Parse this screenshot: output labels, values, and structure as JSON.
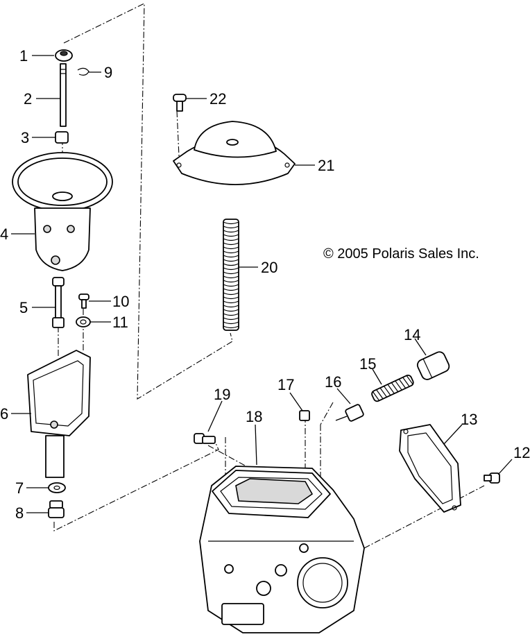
{
  "diagram": {
    "copyright": "© 2005 Polaris Sales Inc.",
    "callouts": {
      "c1": "1",
      "c2": "2",
      "c3": "3",
      "c4": "4",
      "c5": "5",
      "c6": "6",
      "c7": "7",
      "c8": "8",
      "c9": "9",
      "c10": "10",
      "c11": "11",
      "c12": "12",
      "c13": "13",
      "c14": "14",
      "c15": "15",
      "c16": "16",
      "c17": "17",
      "c18": "18",
      "c19": "19",
      "c20": "20",
      "c21": "21",
      "c22": "22"
    }
  }
}
